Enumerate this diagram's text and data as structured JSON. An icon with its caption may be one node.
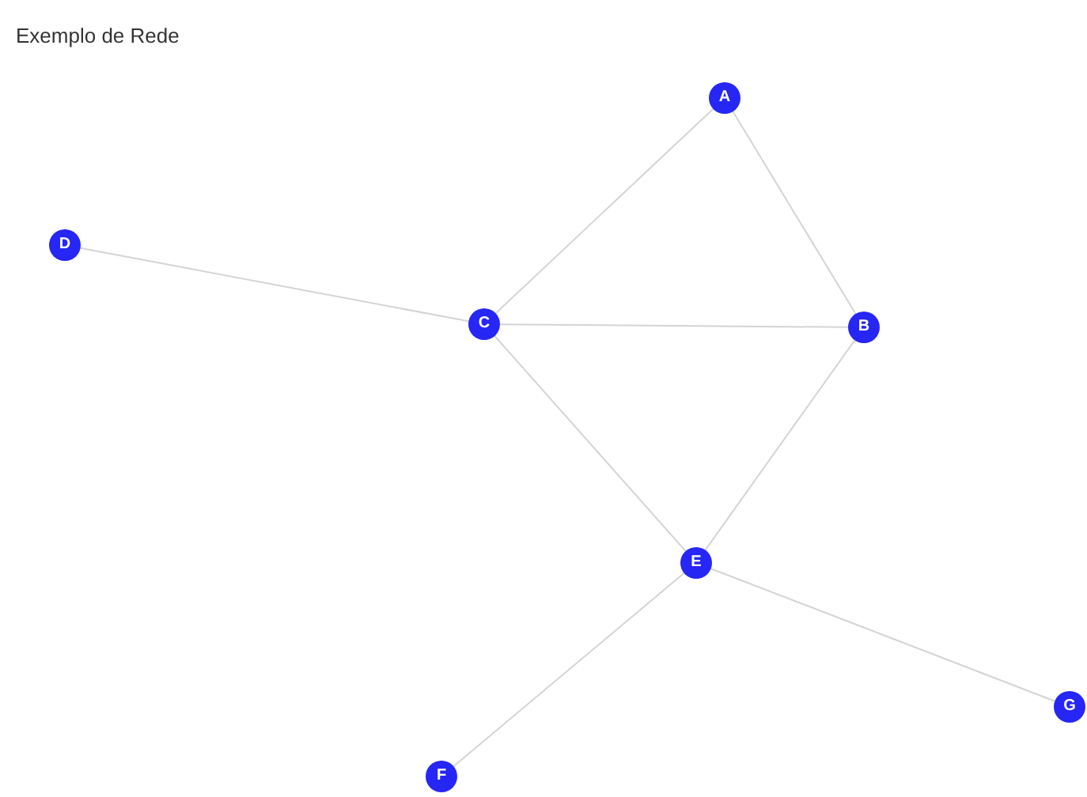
{
  "diagram": {
    "title": "Exemplo de Rede",
    "nodes": [
      {
        "text": [
          "A"
        ]
      },
      {
        "text": [
          "B"
        ]
      },
      {
        "text": [
          "C"
        ]
      },
      {
        "text": [
          "D"
        ]
      },
      {
        "text": [
          "E"
        ]
      },
      {
        "text": [
          "F"
        ]
      },
      {
        "text": [
          "G"
        ]
      }
    ],
    "edges": [
      {
        "from": 0,
        "to": 2,
        "arrow": "none"
      },
      {
        "from": 0,
        "to": 1,
        "arrow": "none"
      },
      {
        "from": 2,
        "to": 1,
        "arrow": "none"
      },
      {
        "from": 3,
        "to": 2,
        "arrow": "none"
      },
      {
        "from": 2,
        "to": 4,
        "arrow": "none"
      },
      {
        "from": 1,
        "to": 4,
        "arrow": "none"
      },
      {
        "from": 4,
        "to": 5,
        "arrow": "none"
      },
      {
        "from": 4,
        "to": 6,
        "arrow": "none"
      }
    ]
  }
}
